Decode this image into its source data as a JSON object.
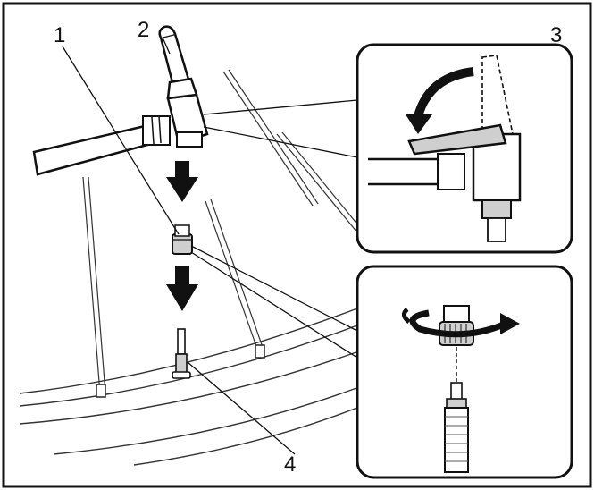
{
  "callouts": {
    "c1": "1",
    "c2": "2",
    "c3": "3",
    "c4": "4"
  },
  "colors": {
    "ink": "#111111",
    "panel_border": "#222222",
    "gray_fill": "#cfcfcf",
    "light_fill": "#f2f2f2"
  }
}
